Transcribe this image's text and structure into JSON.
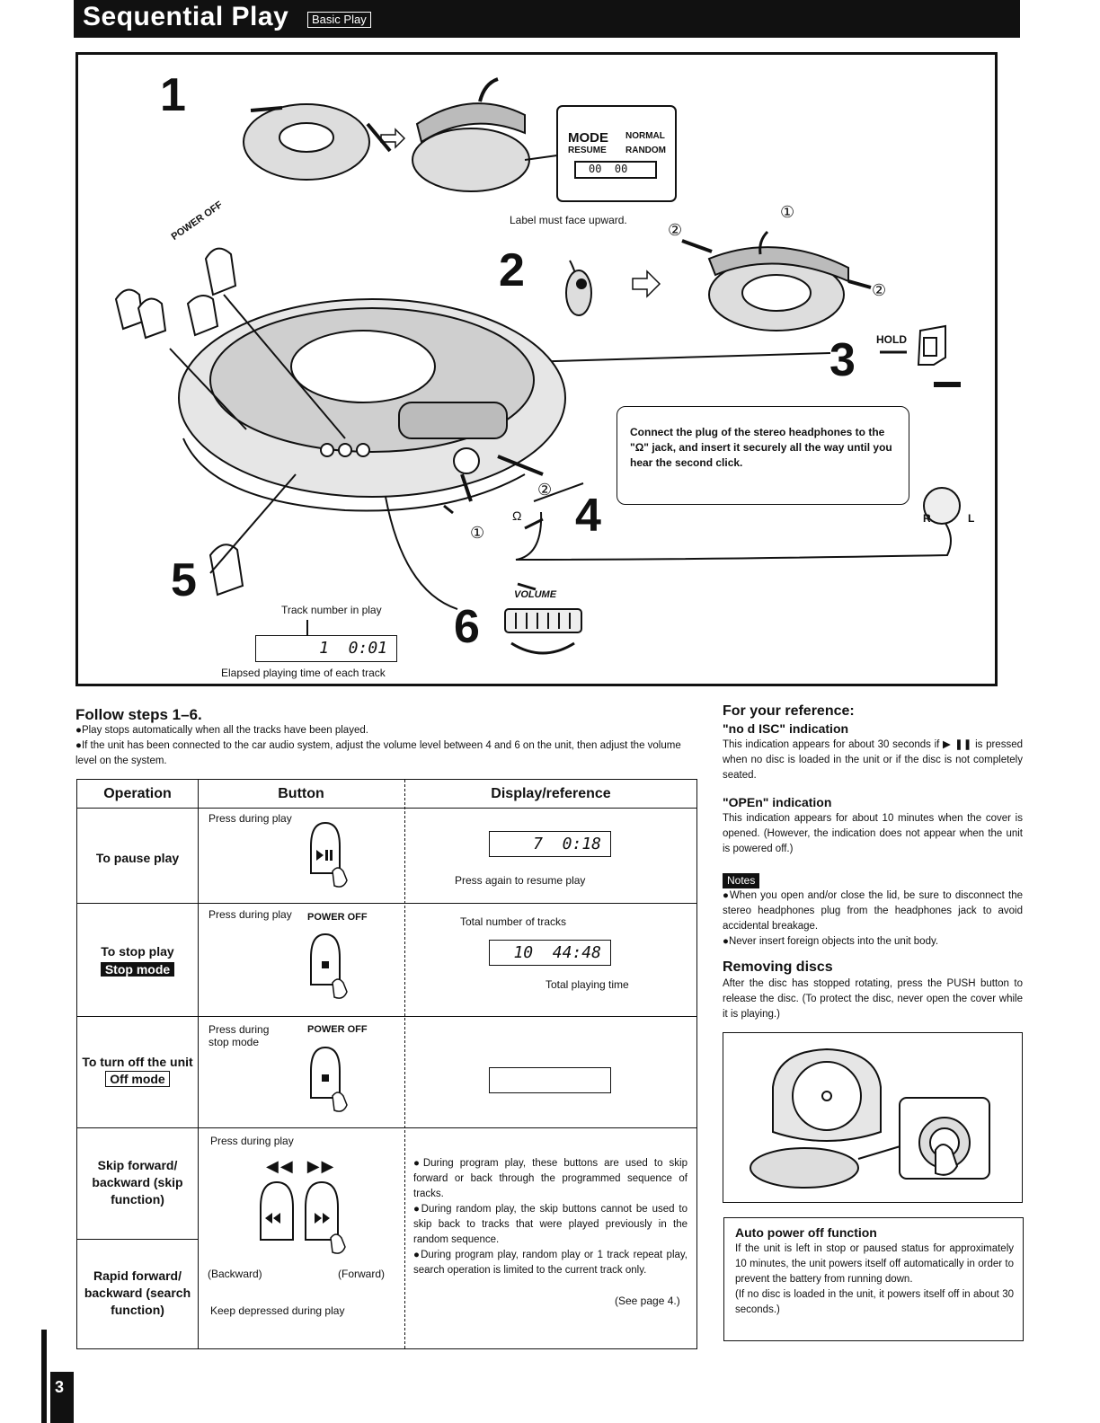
{
  "header": {
    "title": "Sequential Play",
    "badge": "Basic Play"
  },
  "steps": [
    "1",
    "2",
    "3",
    "4",
    "5",
    "6"
  ],
  "illustration": {
    "mode_label": "MODE",
    "mode_normal": "NORMAL",
    "mode_resume": "RESUME",
    "mode_random": "RANDOM",
    "mode_display": "00  00",
    "power_off": "POWER OFF",
    "label_note": "Label must face upward.",
    "hold": "HOLD",
    "circle_1": "①",
    "circle_2": "②",
    "headphones_callout": "Connect the plug of the stereo headphones to the \"Ω\" jack, and insert it securely all the way until you hear the second click.",
    "jack_symbol": "Ω",
    "right": "R",
    "left": "L",
    "track_in_play": "Track number in play",
    "lcd_play": "1  0:01",
    "elapsed": "Elapsed playing time of each track",
    "volume": "VOLUME"
  },
  "follow": {
    "heading": "Follow steps 1–6.",
    "bullets": [
      "●Play stops automatically when all the tracks have been played.",
      "●If the unit has been connected to the car audio system, adjust the volume level between 4 and 6 on the unit, then adjust the volume level on the system."
    ]
  },
  "table": {
    "headers": [
      "Operation",
      "Button",
      "Display/reference"
    ],
    "rows": [
      {
        "operation": "To pause play",
        "button_note": "Press during play",
        "display": "7  0:18",
        "reference": "Press again to resume play"
      },
      {
        "operation": "To stop play",
        "mode": "Stop mode",
        "button_note": "Press during play",
        "power": "POWER OFF",
        "display_top": "Total number of tracks",
        "display": "10  44:48",
        "reference": "Total playing time"
      },
      {
        "operation": "To turn off the unit",
        "mode": "Off mode",
        "button_note": "Press during stop mode",
        "power": "POWER OFF"
      },
      {
        "operation": "Skip forward/ backward (skip function)",
        "button_note": "Press during play"
      },
      {
        "operation": "Rapid forward/ backward (search function)",
        "backward": "(Backward)",
        "forward": "(Forward)",
        "keep": "Keep depressed during play"
      }
    ],
    "skip_notes": [
      "●During program play, these buttons are used to skip forward or back through the programmed sequence of tracks.",
      "●During random play, the skip buttons cannot be used to skip back to tracks that were played previously in the random sequence.",
      "●During program play, random play or 1 track repeat play, search operation is limited to the current track only."
    ],
    "see_page": "(See page 4.)"
  },
  "reference": {
    "heading": "For your reference:",
    "nodisc_title": "\"no d ISC\" indication",
    "nodisc_text": "This indication appears for about 30 seconds if ▶ ❚❚ is pressed when no disc is loaded in the unit or if the disc is not completely seated.",
    "open_title": "\"OPEn\" indication",
    "open_text": "This indication appears for about 10 minutes when the cover is opened. (However, the indication does not appear when the unit is powered off.)",
    "notes_label": "Notes",
    "notes": [
      "●When you open and/or close the lid, be sure to disconnect the stereo headphones plug from the headphones jack to avoid accidental breakage.",
      "●Never insert foreign objects into the unit body."
    ],
    "removing_heading": "Removing discs",
    "removing_text": "After the disc has stopped rotating, press the PUSH button to release the disc. (To protect the disc, never open the cover while it is playing.)",
    "auto_heading": "Auto power off function",
    "auto_text": "If the unit is left in stop or paused status for approximately 10 minutes, the unit powers itself off automatically in order to prevent the battery from running down.",
    "auto_text2": "(If no disc is loaded in the unit, it powers itself off in about 30 seconds.)"
  },
  "page_number": "3"
}
